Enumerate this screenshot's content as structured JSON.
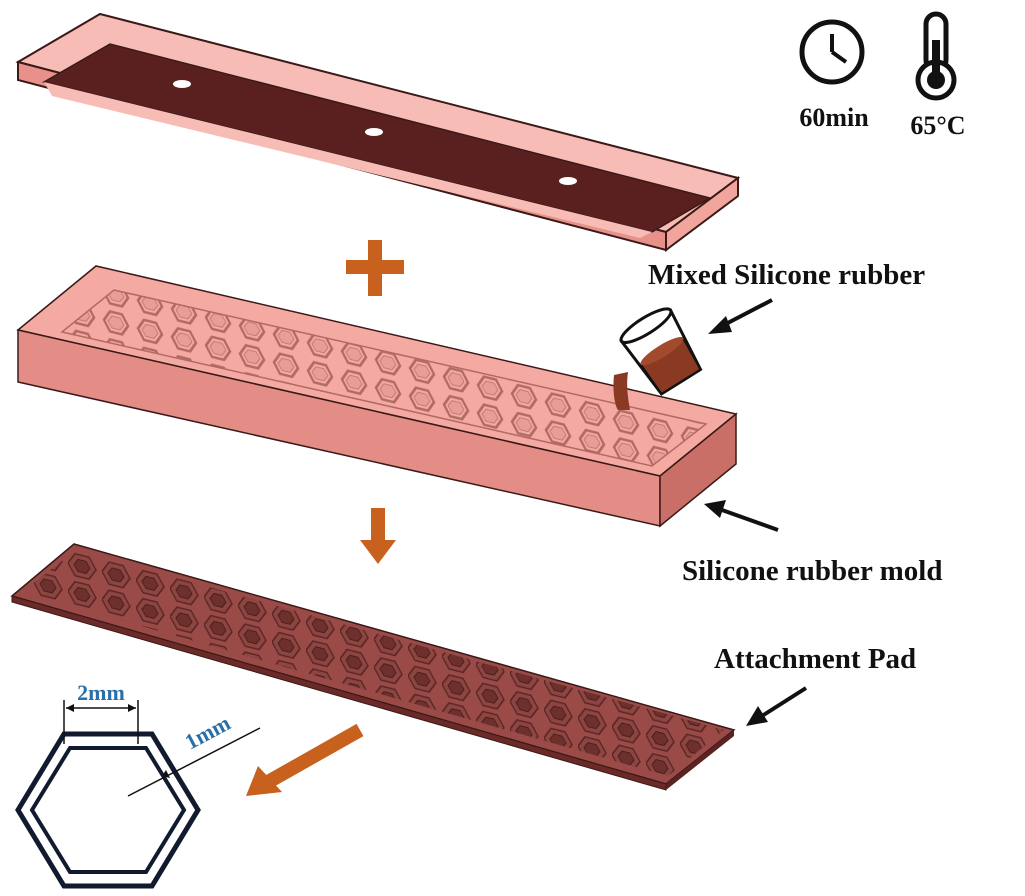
{
  "conditions": {
    "time": "60min",
    "temperature": "65°C",
    "icons": [
      "clock-icon",
      "thermometer-icon"
    ]
  },
  "labels": {
    "mixed_silicone_rubber": "Mixed Silicone rubber",
    "silicone_rubber_mold": "Silicone rubber mold",
    "attachment_pad": "Attachment Pad"
  },
  "dimensions": {
    "width": "2mm",
    "wall": "1mm"
  },
  "colors": {
    "mold_face": "#f6b4ad",
    "mold_side": "#d97f76",
    "rubber": "#7b3a2e",
    "pad": "#9a4b47",
    "arrow": "#c8601e",
    "dim_text": "#2a6fa8"
  }
}
